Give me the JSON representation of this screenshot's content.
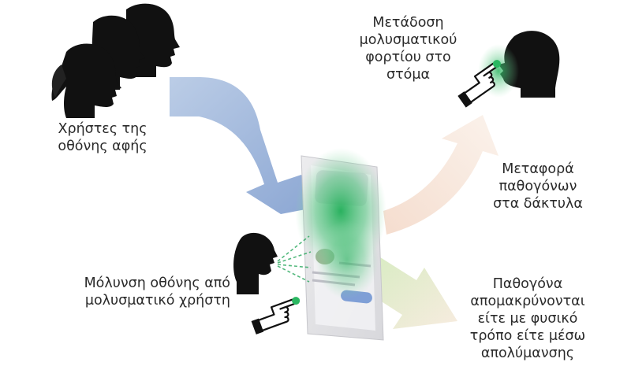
{
  "labels": {
    "users": [
      "Χρήστες της",
      "οθόνης αφής"
    ],
    "transmission": [
      "Μετάδοση",
      "μολυσματικού",
      "φορτίου στο",
      "στόμα"
    ],
    "transfer": [
      "Μεταφορά",
      "παθογόνων",
      "στα δάκτυλα"
    ],
    "contamination": [
      "Μόλυνση οθόνης από",
      "μολυσματικό χρήστη"
    ],
    "removal": [
      "Παθογόνα",
      "απομακρύνονται",
      "είτε με φυσικό",
      "τρόπο είτε μέσω",
      "απολύμανσης"
    ]
  },
  "icons": {
    "users": "three-user-heads-icon",
    "mouth": "head-finger-to-mouth-icon",
    "infected": "coughing-head-icon",
    "touch": "pointing-hand-icon",
    "screen": "touchscreen-tablet-icon"
  },
  "colors": {
    "head": "#111111",
    "germ": "#37b56a",
    "arrow_blue": "#b9cce6",
    "arrow_peach": "#f6e4d8",
    "arrow_green": "#dcefc9",
    "screen": "#e8e8ea"
  }
}
